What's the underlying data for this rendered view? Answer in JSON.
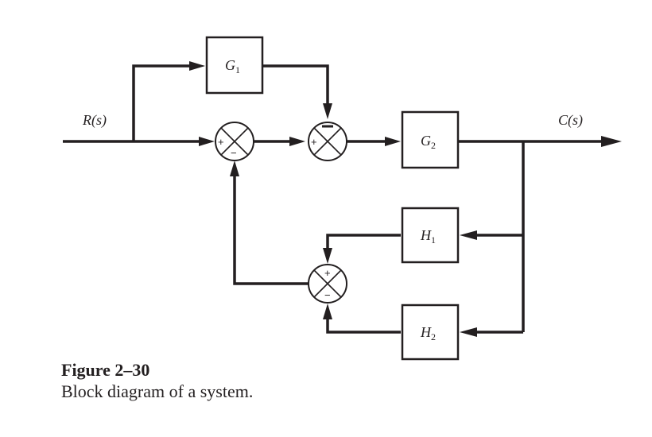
{
  "figure": {
    "title": "Figure 2–30",
    "description": "Block diagram of a system."
  },
  "signals": {
    "input": "R(s)",
    "output": "C(s)"
  },
  "blocks": {
    "g1": {
      "symbol": "G",
      "subscript": "1"
    },
    "g2": {
      "symbol": "G",
      "subscript": "2"
    },
    "h1": {
      "symbol": "H",
      "subscript": "1"
    },
    "h2": {
      "symbol": "H",
      "subscript": "2"
    }
  },
  "summing_junctions": {
    "sj1": {
      "left_sign": "+",
      "bottom_sign": "−"
    },
    "sj2": {
      "left_sign": "+",
      "top_sign": "−"
    },
    "sj3": {
      "top_sign": "+",
      "bottom_sign": "−"
    }
  }
}
